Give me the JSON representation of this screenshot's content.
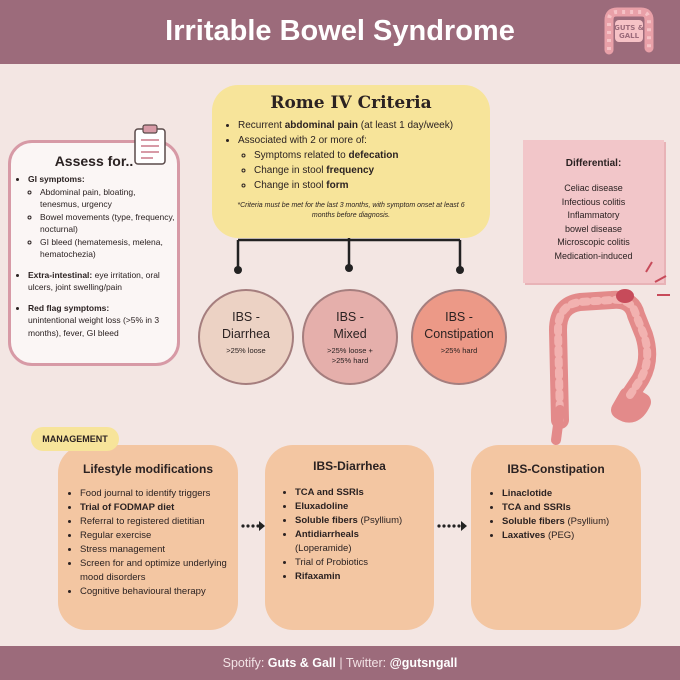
{
  "title": "Irritable Bowel Syndrome",
  "logo_text": "GUTS & GALL",
  "rome": {
    "title": "Rome IV Criteria",
    "item1_pre": "Recurrent ",
    "item1_bold": "abdominal pain",
    "item1_post": " (at least 1 day/week)",
    "item2": "Associated with 2 or more of:",
    "sub1_pre": "Symptoms related to ",
    "sub1_bold": "defecation",
    "sub2_pre": "Change in stool ",
    "sub2_bold": "frequency",
    "sub3_pre": "Change in stool ",
    "sub3_bold": "form",
    "note": "*Criteria must be met for the last 3 months, with symptom onset at least 6 months before diagnosis."
  },
  "assess": {
    "title": "Assess for..",
    "gi_label": "GI symptoms:",
    "gi_items": [
      "Abdominal pain, bloating, tenesmus, urgency",
      "Bowel movements (type, frequency, nocturnal)",
      "GI bleed (hematemesis, melena, hematochezia)"
    ],
    "extra_label": "Extra-intestinal:",
    "extra_text": " eye irritation, oral ulcers, joint swelling/pain",
    "red_label": "Red flag symptoms:",
    "red_text": "unintentional weight loss (>5% in 3 months), fever, GI bleed"
  },
  "differential": {
    "title": "Differential:",
    "items": [
      "Celiac disease",
      "Infectious colitis",
      "Inflammatory",
      "bowel disease",
      "Microscopic colitis",
      "Medication-induced"
    ]
  },
  "subtypes": [
    {
      "line1": "IBS -",
      "line2": "Diarrhea",
      "sub1": ">25% loose",
      "sub2": ""
    },
    {
      "line1": "IBS -",
      "line2": "Mixed",
      "sub1": ">25% loose +",
      "sub2": ">25% hard"
    },
    {
      "line1": "IBS -",
      "line2": "Constipation",
      "sub1": ">25% hard",
      "sub2": ""
    }
  ],
  "management": {
    "tag": "MANAGEMENT",
    "lifestyle": {
      "title": "Lifestyle modifications",
      "items": [
        {
          "text": "Food journal to identify triggers",
          "bold": false
        },
        {
          "text": "Trial of FODMAP diet",
          "bold": true
        },
        {
          "text": "Referral to registered dietitian",
          "bold": false
        },
        {
          "text": "Regular exercise",
          "bold": false
        },
        {
          "text": "Stress management",
          "bold": false
        },
        {
          "text": "Screen for and optimize underlying mood disorders",
          "bold": false
        },
        {
          "text": "Cognitive behavioural therapy",
          "bold": false
        }
      ]
    },
    "diarrhea": {
      "title": "IBS-Diarrhea",
      "i1": "TCA and SSRIs",
      "i2": "Eluxadoline",
      "i3_bold": "Soluble fibers",
      "i3_rest": " (Psyllium)",
      "i4_bold": "Antidiarrheals",
      "i4_rest": " (Loperamide)",
      "i5": "Trial of Probiotics",
      "i6": "Rifaxamin"
    },
    "constipation": {
      "title": "IBS-Constipation",
      "i1": "Linaclotide",
      "i2": "TCA and SSRIs",
      "i3_bold": "Soluble fibers",
      "i3_rest": " (Psyllium)",
      "i4_bold": "Laxatives",
      "i4_rest": " (PEG)"
    }
  },
  "footer": {
    "spotify_label": "Spotify: ",
    "spotify_name": "Guts & Gall",
    "sep": " | Twitter: ",
    "twitter": "@gutsngall"
  }
}
